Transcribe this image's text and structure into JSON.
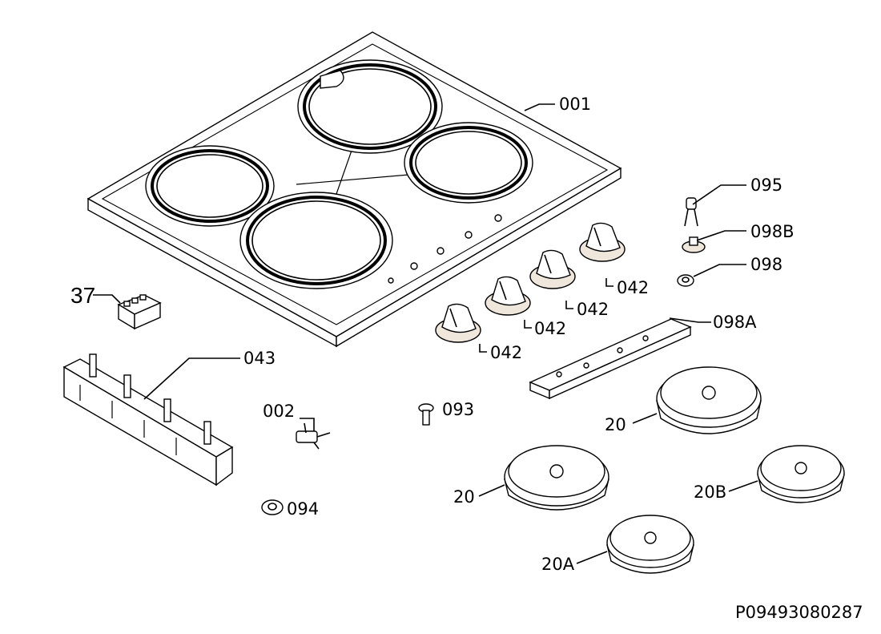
{
  "labels": {
    "l001": "001",
    "l095": "095",
    "l098B": "098B",
    "l098": "098",
    "l042a": "042",
    "l042b": "042",
    "l042c": "042",
    "l042d": "042",
    "l098A": "098A",
    "l37": "37",
    "l043": "043",
    "l002": "002",
    "l093": "093",
    "l094": "094",
    "l20a": "20",
    "l20b": "20",
    "l20B": "20B",
    "l20A": "20A"
  },
  "drawing_code": "P09493080287"
}
